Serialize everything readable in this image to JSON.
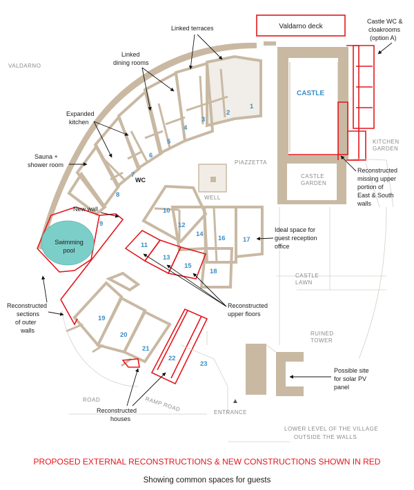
{
  "map": {
    "deck_label": "Valdarno deck",
    "castle_label": "CASTLE",
    "places": {
      "valdarno": "VALDARNO",
      "piazzetta": "PIAZZETTA",
      "well": "WELL",
      "castle_garden_1": "CASTLE",
      "castle_garden_2": "GARDEN",
      "kitchen_garden_1": "KITCHEN",
      "kitchen_garden_2": "GARDEN",
      "castle_lawn_1": "CASTLE",
      "castle_lawn_2": "LAWN",
      "ruined_tower_1": "RUINED",
      "ruined_tower_2": "TOWER",
      "road": "ROAD",
      "ramp_road": "RAMP ROAD",
      "entrance": "ENTRANCE",
      "lower_level_1": "LOWER LEVEL OF THE VILLAGE",
      "lower_level_2": "OUTSIDE THE WALLS"
    },
    "annotations": {
      "castle_wc": [
        "Castle WC &",
        "cloakrooms",
        "(option A)"
      ],
      "linked_terraces": [
        "Linked terraces"
      ],
      "linked_dining": [
        "Linked",
        "dining rooms"
      ],
      "expanded_kitchen": [
        "Expanded",
        "kitchen"
      ],
      "sauna": [
        "Sauna +",
        "shower room"
      ],
      "new_wall": [
        "New wall"
      ],
      "swimming_pool": [
        "Swimming",
        "pool"
      ],
      "reconstructed_sections": [
        "Reconstructed",
        "sections",
        "of outer",
        "walls"
      ],
      "reconstructed_missing": [
        "Reconstructed",
        "missing upper",
        "portion of",
        "East & South",
        "walls"
      ],
      "guest_reception": [
        "Ideal space for",
        "guest reception",
        "office"
      ],
      "reconstructed_upper": [
        "Reconstructed",
        "upper floors"
      ],
      "reconstructed_houses": [
        "Reconstructed",
        "houses"
      ],
      "solar_pv": [
        "Possible site",
        "for solar PV",
        "panel"
      ],
      "wc": [
        "WC"
      ]
    },
    "room_numbers": [
      "1",
      "2",
      "3",
      "4",
      "5",
      "6",
      "7",
      "8",
      "9",
      "10",
      "11",
      "12",
      "13",
      "14",
      "15",
      "16",
      "17",
      "18",
      "19",
      "20",
      "21",
      "22",
      "23"
    ]
  },
  "footer": {
    "red_caption": "PROPOSED EXTERNAL RECONSTRUCTIONS & NEW CONSTRUCTIONS SHOWN IN RED",
    "caption": "Showing common spaces for guests"
  },
  "colors": {
    "walls": "#c9b9a3",
    "red": "#e3151b",
    "pool": "#7ccfc8",
    "numbers": "#3a8dc4"
  }
}
